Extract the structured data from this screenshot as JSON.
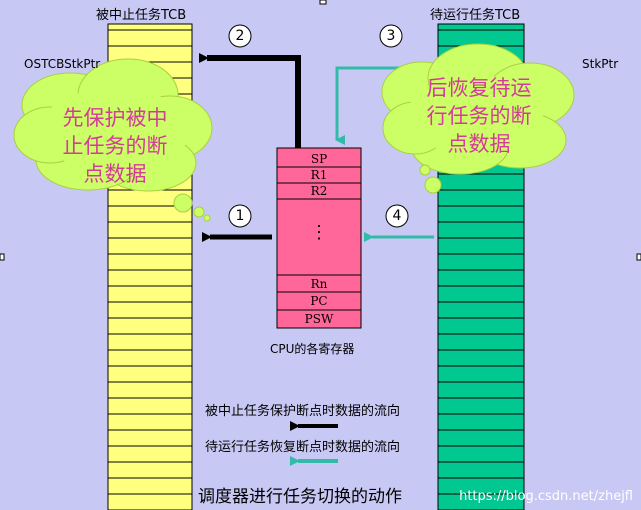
{
  "left_stack": {
    "label": "被中止任务TCB",
    "pointer": "OSTCBStkPtr"
  },
  "right_stack": {
    "label": "待运行任务TCB",
    "pointer_partial": "StkPtr"
  },
  "cpu": {
    "registers_top": [
      "SP",
      "R1",
      "R2"
    ],
    "ellipsis": "⋮",
    "registers_bottom": [
      "Rn",
      "PC",
      "PSW"
    ],
    "caption": "CPU的各寄存器"
  },
  "steps": {
    "s1": "1",
    "s2": "2",
    "s3": "3",
    "s4": "4"
  },
  "bubble_left": {
    "line1": "先保护被中",
    "line2": "止任务的断",
    "line3": "点数据"
  },
  "bubble_right": {
    "line1": "后恢复待运",
    "line2": "行任务的断",
    "line3": "点数据"
  },
  "legend": {
    "save_flow": "被中止任务保护断点时数据的流向",
    "restore_flow": "待运行任务恢复断点时数据的流向"
  },
  "title": "调度器进行任务切换的动作",
  "watermark": "https://blog.csdn.net/zhejfl",
  "colors": {
    "background": "#c8c8f5",
    "left_stack_fill": "#ffff80",
    "right_stack_fill": "#00c890",
    "cpu_fill": "#ff6699",
    "bubble_fill": "#ccff66",
    "save_arrow": "#000000",
    "restore_arrow": "#33bbaa"
  }
}
